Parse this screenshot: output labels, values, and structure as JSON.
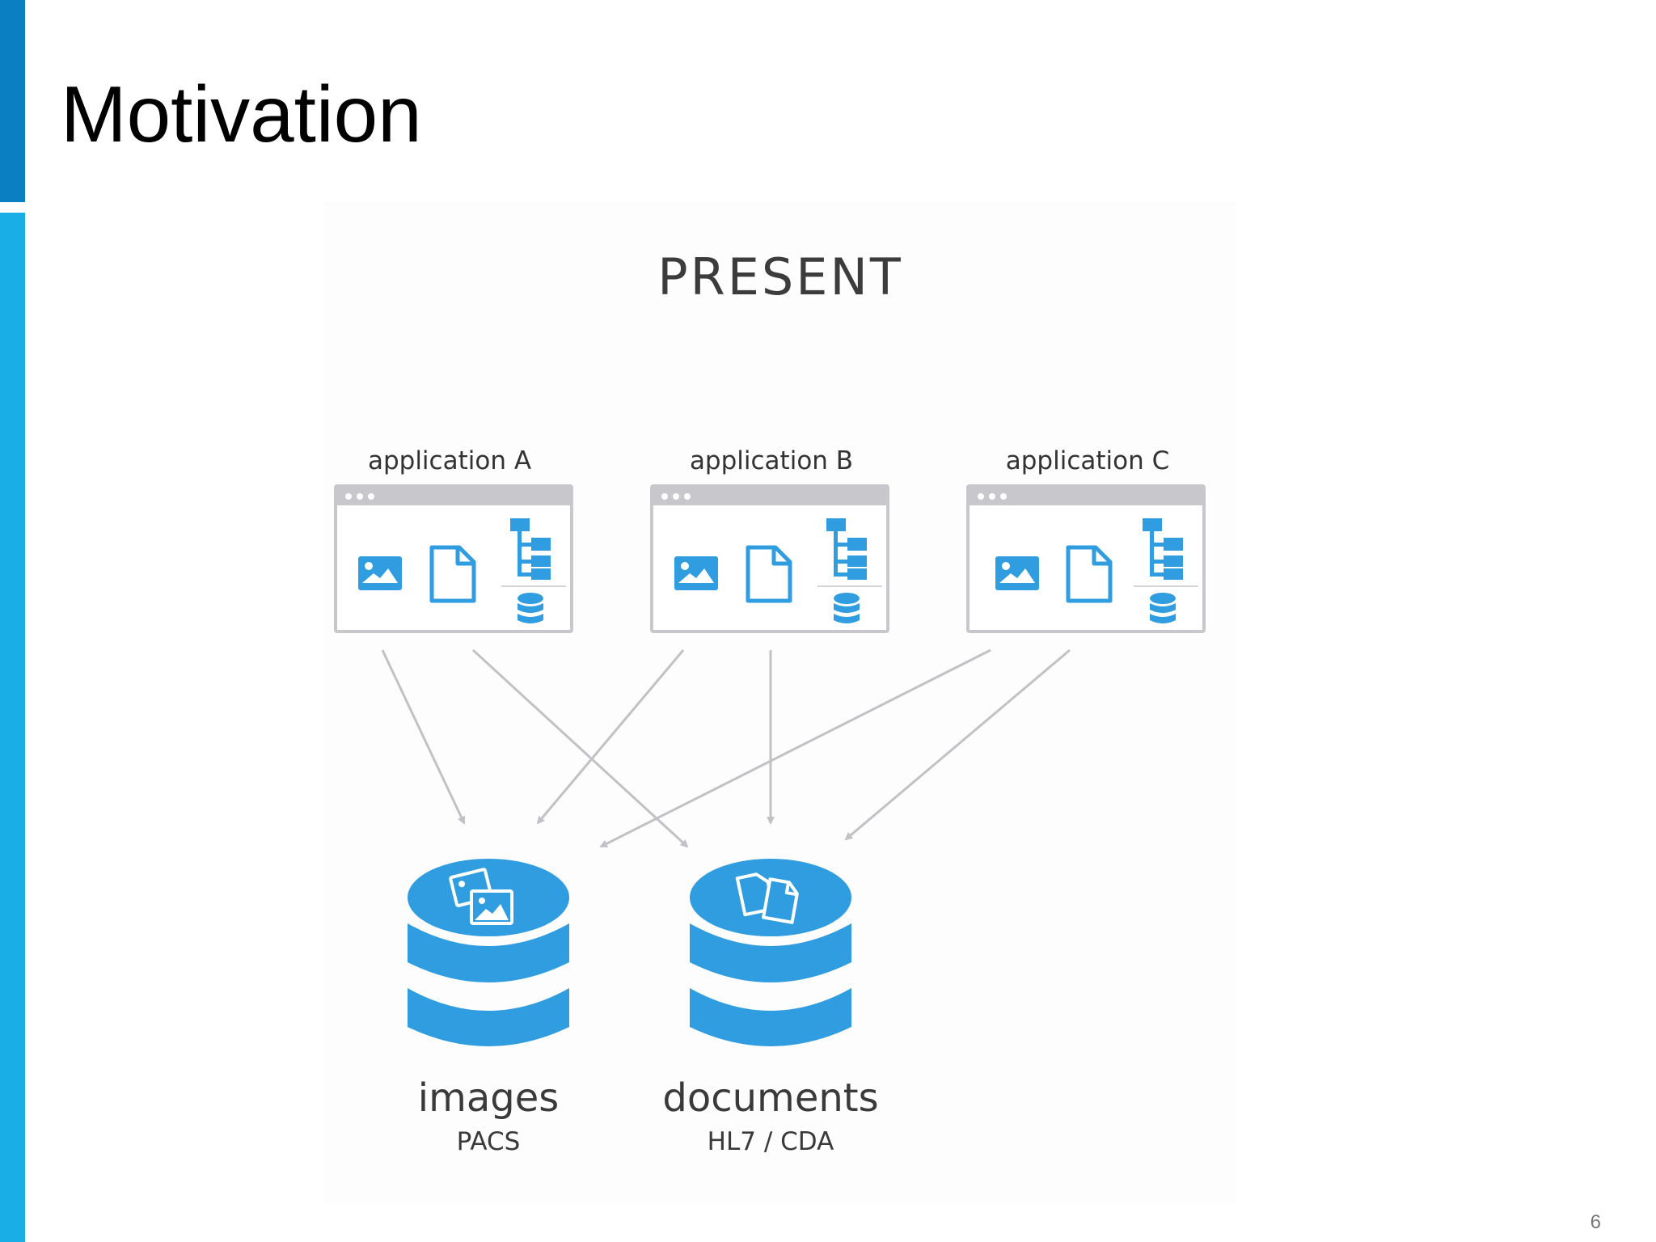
{
  "slide": {
    "title": "Motivation",
    "page_number": "6"
  },
  "colors": {
    "accent_dark": "#0a7fc1",
    "accent_light": "#19aee6",
    "icon_blue": "#2f9de0",
    "window_gray": "#c8c8cc",
    "arrow_gray": "#c2c2c6"
  },
  "diagram": {
    "heading": "PRESENT",
    "applications": [
      {
        "label": "application A",
        "icons": [
          "image-icon",
          "document-icon",
          "tree-icon",
          "database-icon"
        ]
      },
      {
        "label": "application B",
        "icons": [
          "image-icon",
          "document-icon",
          "tree-icon",
          "database-icon"
        ]
      },
      {
        "label": "application C",
        "icons": [
          "image-icon",
          "document-icon",
          "tree-icon",
          "database-icon"
        ]
      }
    ],
    "stores": [
      {
        "label": "images",
        "sublabel": "PACS",
        "icon": "stacked-images-icon"
      },
      {
        "label": "documents",
        "sublabel": "HL7 / CDA",
        "icon": "stacked-documents-icon"
      }
    ],
    "connections": [
      {
        "from": "application A",
        "to": "images"
      },
      {
        "from": "application A",
        "to": "documents"
      },
      {
        "from": "application B",
        "to": "images"
      },
      {
        "from": "application B",
        "to": "documents"
      },
      {
        "from": "application C",
        "to": "images"
      },
      {
        "from": "application C",
        "to": "documents"
      }
    ]
  }
}
